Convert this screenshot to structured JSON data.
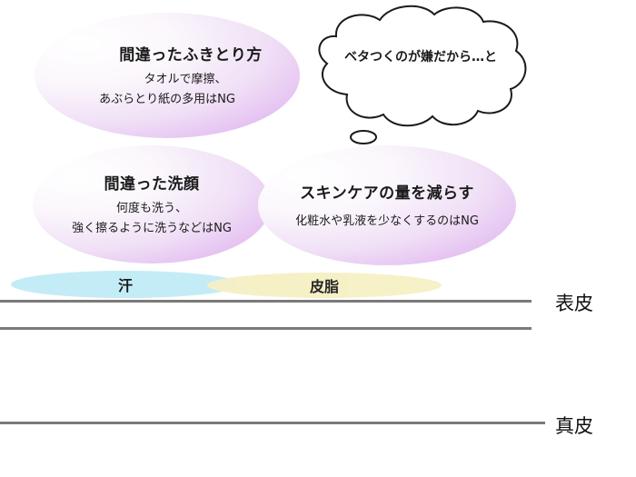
{
  "bubbles": [
    {
      "title": "間違ったふきとり方",
      "body_lines": [
        "タオルで摩擦、",
        "あぶらとり紙の多用はNG"
      ]
    },
    {
      "title": "間違った洗顔",
      "body_lines": [
        "何度も洗う、",
        "強く擦るように洗うなどはNG"
      ]
    },
    {
      "title": "スキンケアの量を減らす",
      "body_lines": [
        "化粧水や乳液を少なくするのはNG"
      ]
    }
  ],
  "thought_cloud": {
    "text": "ベタつくのが嫌だから…と"
  },
  "surface": {
    "sweat_label": "汗",
    "sebum_label": "皮脂"
  },
  "layers": {
    "epidermis_label": "表皮",
    "dermis_label": "真皮"
  },
  "colors": {
    "bubble_gradient_end": "#dca8ee",
    "sweat": "#c4ecf6",
    "sebum": "#f5f0c4",
    "layer_line": "#7a7a7a"
  }
}
